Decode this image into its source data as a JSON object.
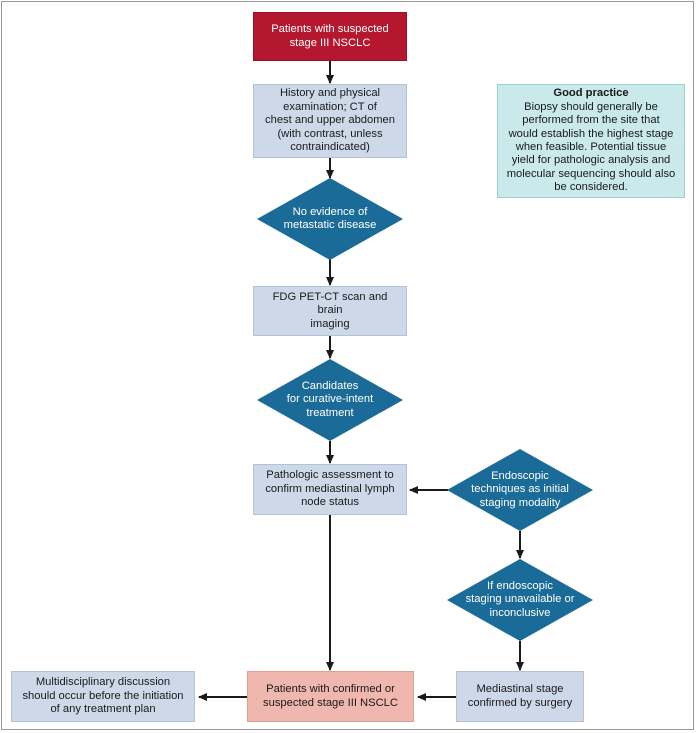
{
  "colors": {
    "red_box": "#b5172f",
    "blue_box": "#cdd9e8",
    "diamond": "#1b6b98",
    "pink_box": "#efb7ae",
    "good_practice_box": "#c9e9ea",
    "arrow": "#1a1a1a"
  },
  "nodes": {
    "start": "Patients with suspected\nstage III NSCLC",
    "history": "History and physical\nexamination; CT of\nchest and upper abdomen\n(with contrast, unless\ncontraindicated)",
    "no_metastatic": "No evidence of\nmetastatic disease",
    "pet_ct": "FDG PET-CT scan and brain\nimaging",
    "candidates": "Candidates\nfor curative-intent\ntreatment",
    "pathologic": "Pathologic assessment to\nconfirm mediastinal lymph\nnode status",
    "endoscopic": "Endoscopic\ntechniques as initial\nstaging modality",
    "if_endoscopic": "If endoscopic\nstaging unavailable or\ninconclusive",
    "mediastinal": "Mediastinal stage\nconfirmed by surgery",
    "confirmed": "Patients with confirmed or\nsuspected stage III NSCLC",
    "multidisciplinary": "Multidisciplinary discussion\nshould occur before the initiation\nof any treatment plan"
  },
  "good_practice": {
    "title": "Good practice",
    "body": "Biopsy should generally be\nperformed from the site that\nwould establish the highest stage\nwhen feasible. Potential tissue\nyield for pathologic analysis and\nmolecular sequencing should also\nbe considered."
  }
}
